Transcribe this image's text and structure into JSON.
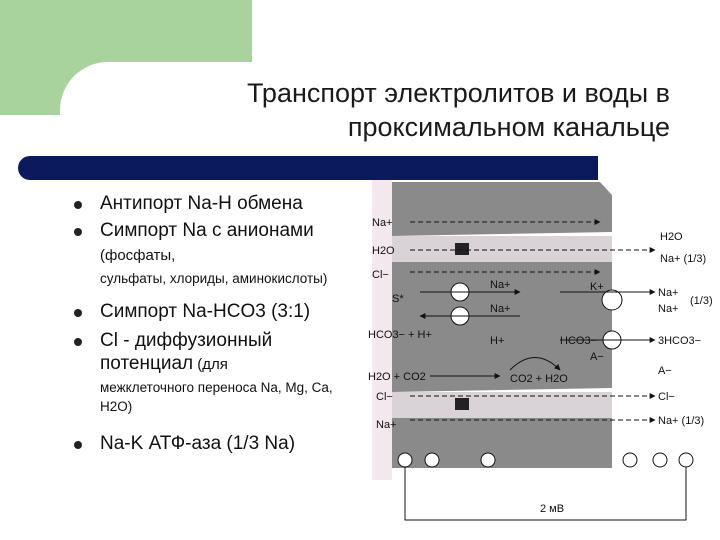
{
  "slide": {
    "title_line1": "Транспорт электролитов и воды в",
    "title_line2": "проксимальном канальце"
  },
  "bullets": [
    {
      "text": "Антипорт Na-H обмена",
      "small": "",
      "sub": ""
    },
    {
      "text": "Симпорт Na с анионами",
      "small": " (фосфаты,",
      "sub": "сульфаты, хлориды, аминокислоты)"
    },
    {
      "text": "Симпорт Na-HCO3 (3:1)",
      "small": "",
      "sub": ""
    },
    {
      "text": "Cl - диффузионный потенциал",
      "small": " (для",
      "sub": "межклеточного переноса Na, Mg, Ca, H2O)"
    },
    {
      "text": "Na-K АТФ-аза (1/3 Na)",
      "small": "",
      "sub": ""
    }
  ],
  "diagram": {
    "left_labels": [
      "Na+",
      "H2O",
      "Cl−",
      "S*",
      "HCO3− + H+",
      "H2O + CO2",
      "Cl−",
      "Na+"
    ],
    "cell_labels": [
      "Na+",
      "Na+",
      "H+",
      "HCO3−",
      "CO2 + H2O",
      "K+",
      "A−"
    ],
    "right_labels": [
      "H2O",
      "Na+ (1/3)",
      "Na+",
      "Na+",
      "(1/3)",
      "3HCO3−",
      "A−",
      "Cl−",
      "Na+ (1/3)"
    ],
    "scale_label": "2 мВ",
    "colors": {
      "cell": "#8a8a8a",
      "cell_dark": "#555555",
      "lumen": "#f4eef2",
      "arrow": "#111111"
    }
  }
}
